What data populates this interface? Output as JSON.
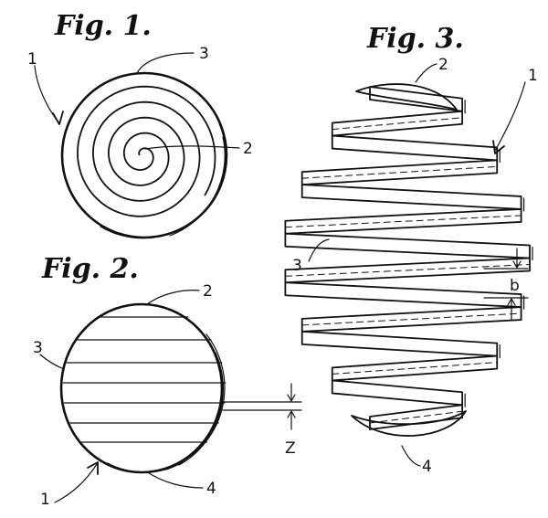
{
  "figures": [
    {
      "title": "Fig. 1.",
      "refs": {
        "body": "1",
        "edge": "3",
        "center": "2"
      }
    },
    {
      "title": "Fig. 2.",
      "refs": {
        "top": "2",
        "layer": "3",
        "body": "1",
        "bottom": "4",
        "thickness": "Z"
      }
    },
    {
      "title": "Fig. 3.",
      "refs": {
        "top": "2",
        "body": "1",
        "strip": "3",
        "pitch": "b",
        "bottom": "4"
      }
    }
  ],
  "style": {
    "ink": "#111111",
    "paper": "#ffffff"
  }
}
